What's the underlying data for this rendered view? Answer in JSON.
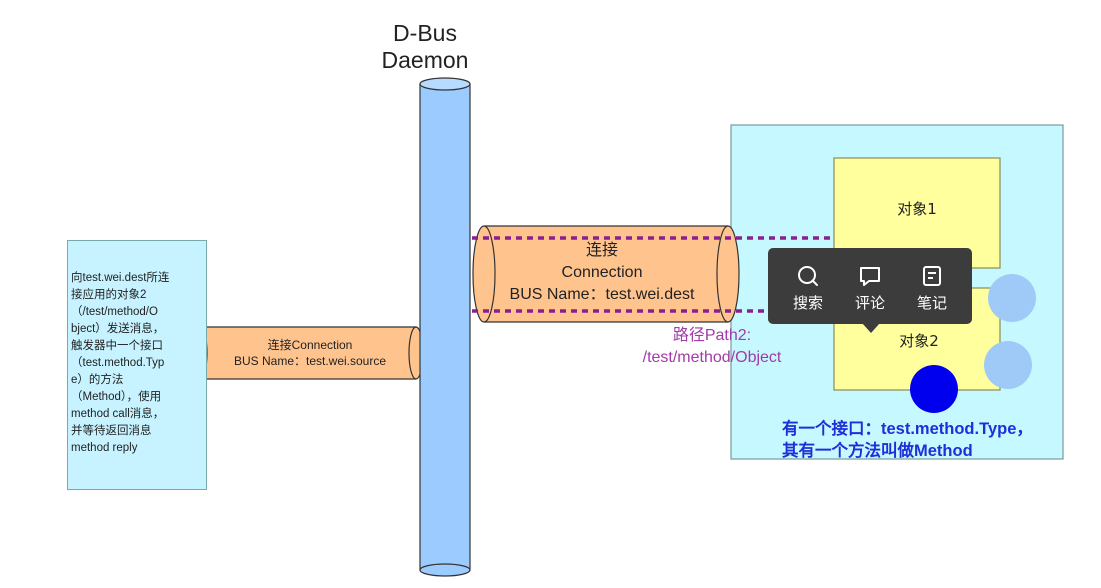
{
  "daemon": {
    "title_line1": "D-Bus",
    "title_line2": "Daemon"
  },
  "left_note": {
    "lines": [
      "向test.wei.dest所连",
      "接应用的对象2",
      "（/test/method/O",
      "bject）发送消息，",
      "触发器中一个接口",
      "（test.method.Typ",
      "e）的方法",
      "（Method），使用",
      "method call消息，",
      "并等待返回消息",
      "method reply"
    ]
  },
  "connection_left": {
    "line1": "连接Connection",
    "line2": "BUS Name：test.wei.source"
  },
  "connection_right": {
    "line1": "连接",
    "line2": "Connection",
    "line3": "BUS Name：test.wei.dest"
  },
  "path": {
    "line1": "路径Path2:",
    "line2": "/test/method/Object"
  },
  "objects": {
    "obj1": "对象1",
    "obj2": "对象2"
  },
  "interface_note": {
    "line1": "有一个接口：test.method.Type，",
    "line2": "其有一个方法叫做Method"
  },
  "popup": {
    "search": "搜索",
    "comment": "评论",
    "note": "笔记"
  },
  "colors": {
    "bus": "#9ccbff",
    "pipe": "#ffc48e",
    "panel": "#c6f9ff",
    "object": "#ffff9e",
    "dotted": "#8a1f8e",
    "interface": "#0000ee",
    "method_circle": "#9fcaf8",
    "popup_bg": "#3c3c3c"
  }
}
